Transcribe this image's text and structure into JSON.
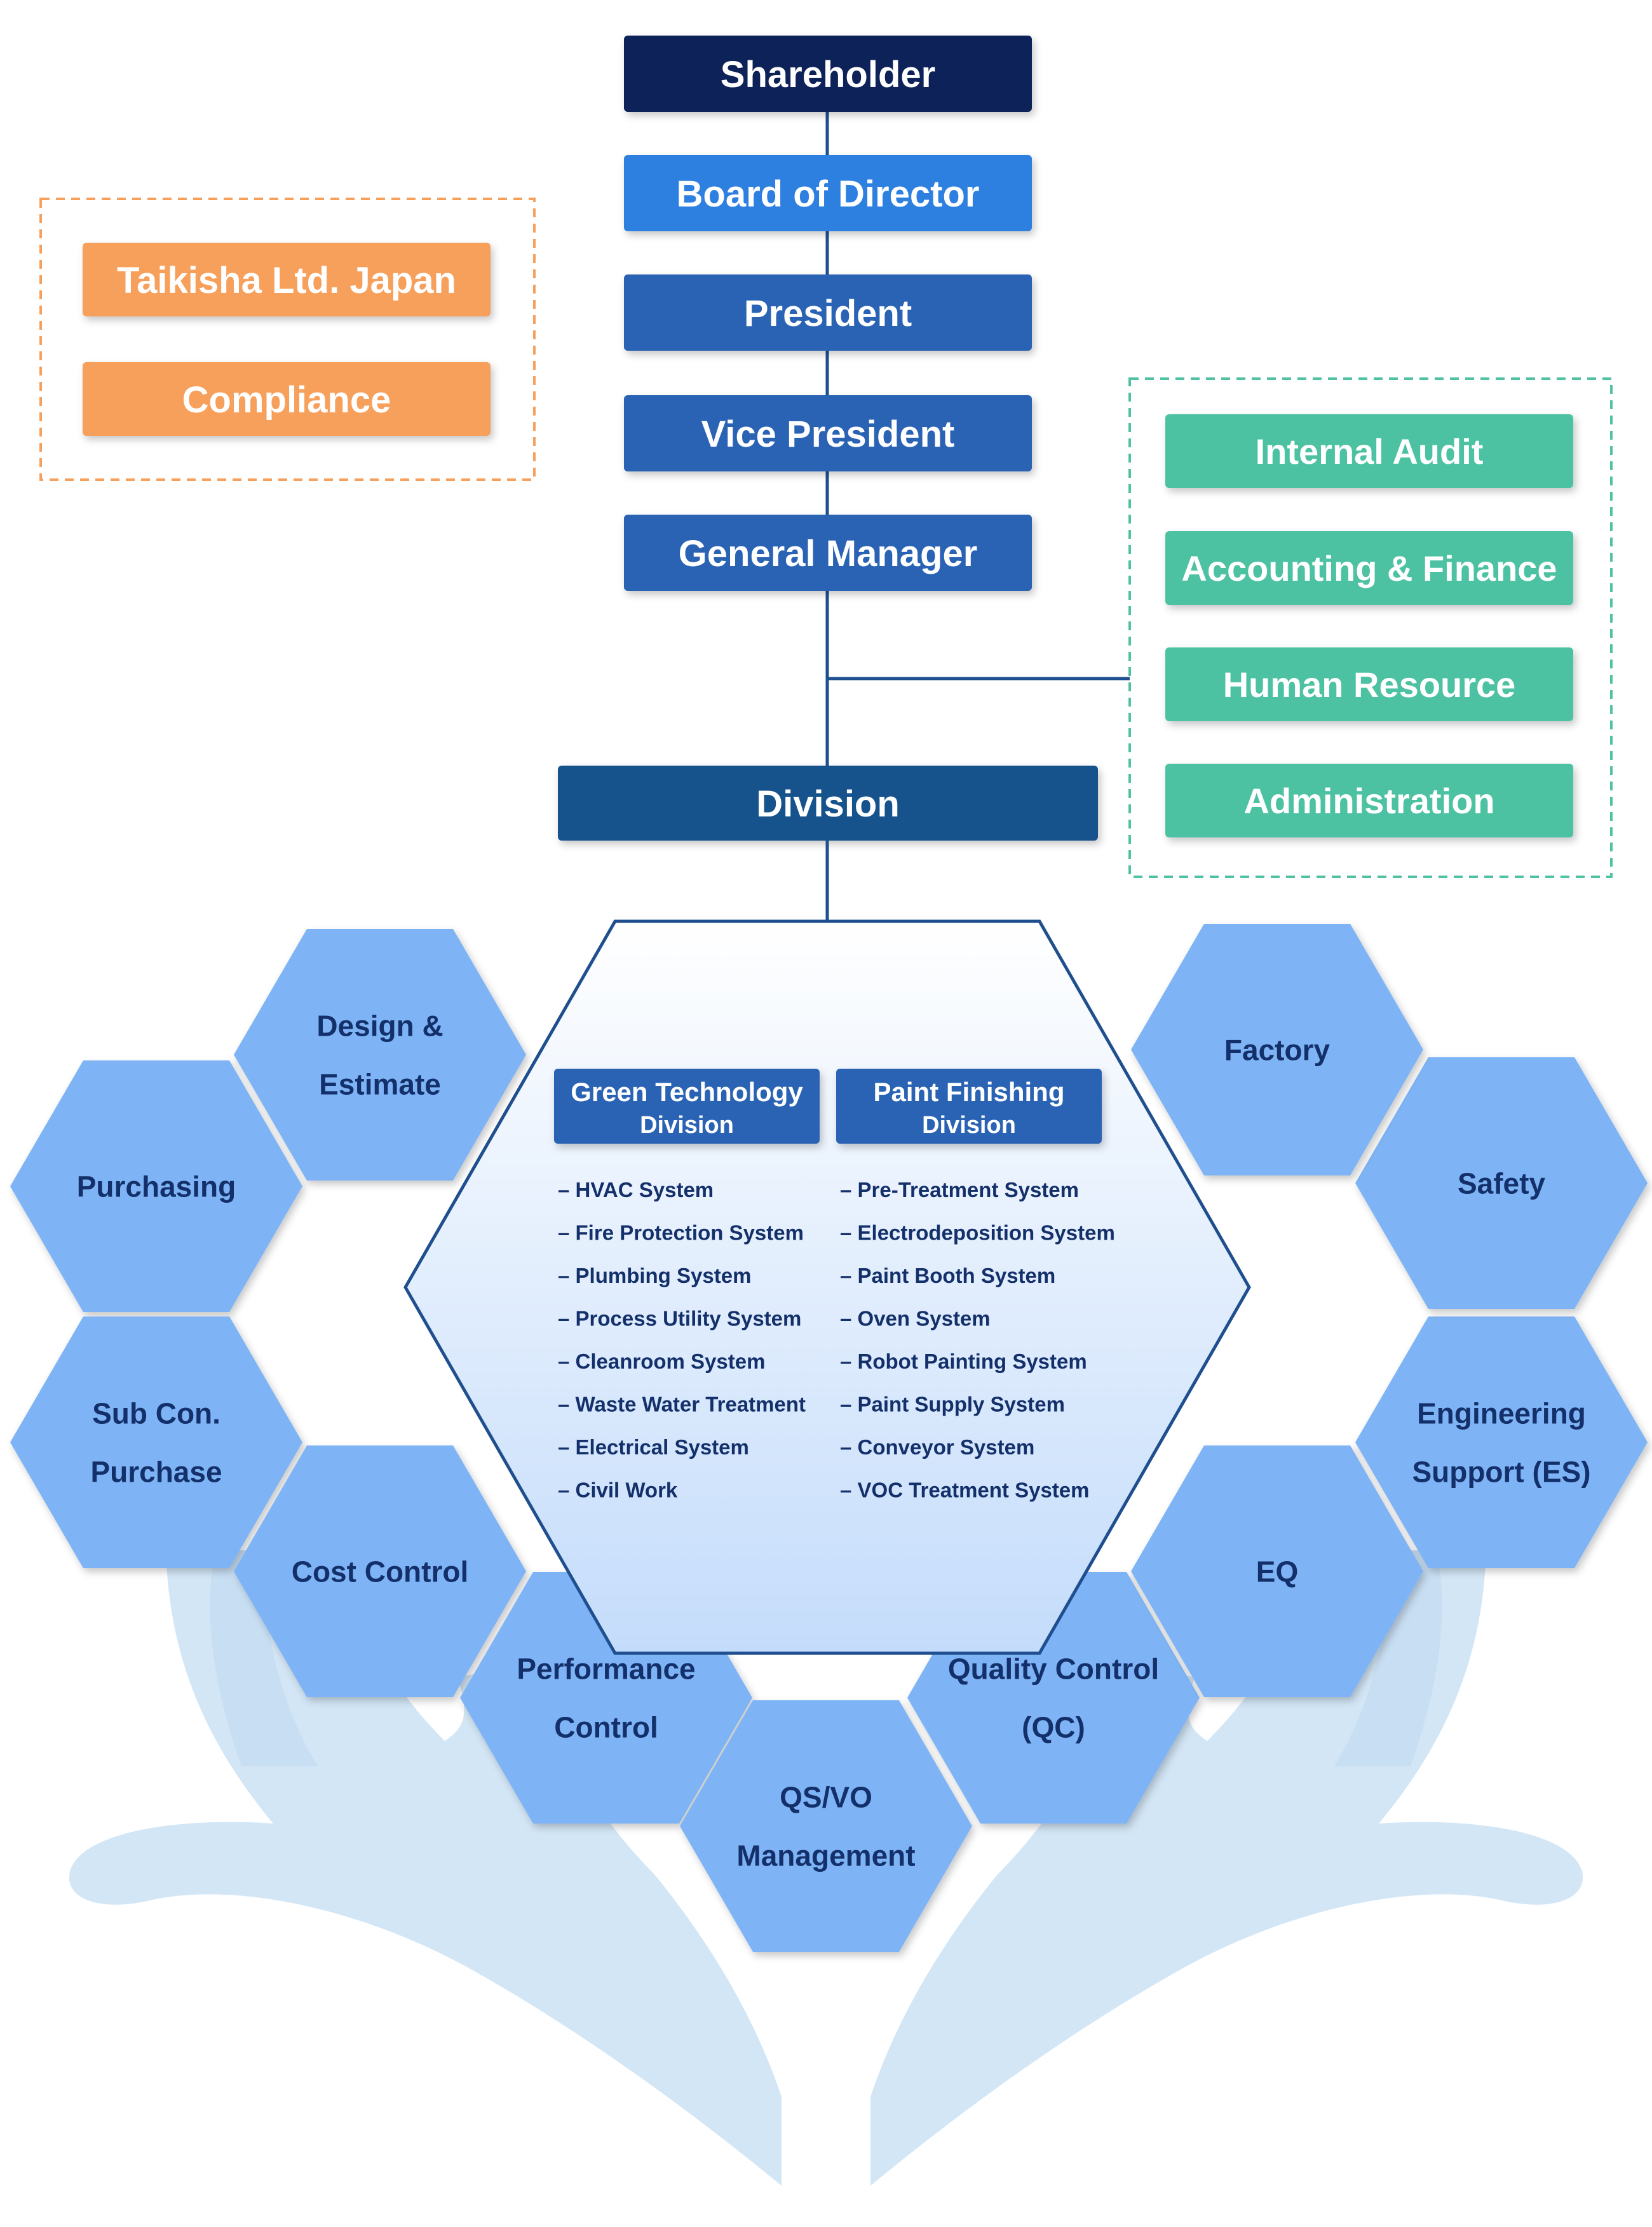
{
  "chain": [
    {
      "id": "shareholder",
      "label": "Shareholder",
      "color": "#0e2458"
    },
    {
      "id": "board",
      "label": "Board of Director",
      "color": "#2f80e0"
    },
    {
      "id": "president",
      "label": "President",
      "color": "#2a64b4"
    },
    {
      "id": "vice-president",
      "label": "Vice President",
      "color": "#2a64b4"
    },
    {
      "id": "general-manager",
      "label": "General Manager",
      "color": "#2a64b4"
    }
  ],
  "division": {
    "label": "Division",
    "color": "#17528c"
  },
  "left_group": {
    "color": "#f7a05c",
    "items": [
      {
        "id": "taikisha",
        "label": "Taikisha Ltd. Japan"
      },
      {
        "id": "compliance",
        "label": "Compliance"
      }
    ]
  },
  "right_group": {
    "color": "#4ec2a3",
    "items": [
      {
        "id": "internal-audit",
        "label": "Internal Audit"
      },
      {
        "id": "accounting-finance",
        "label": "Accounting & Finance"
      },
      {
        "id": "human-resource",
        "label": "Human Resource"
      },
      {
        "id": "administration",
        "label": "Administration"
      }
    ]
  },
  "center": {
    "green": {
      "title_lines": [
        "Green Technology",
        "Division"
      ],
      "items": [
        "HVAC System",
        "Fire Protection System",
        "Plumbing System",
        "Process Utility System",
        "Cleanroom System",
        "Waste Water Treatment",
        "Electrical System",
        "Civil Work"
      ]
    },
    "paint": {
      "title_lines": [
        "Paint Finishing",
        "Division"
      ],
      "items": [
        "Pre-Treatment System",
        "Electrodeposition System",
        "Paint Booth System",
        "Oven System",
        "Robot Painting System",
        "Paint Supply System",
        "Conveyor System",
        "VOC Treatment System"
      ]
    }
  },
  "hexagons": [
    {
      "id": "design-estimate",
      "lines": [
        "Design &",
        "Estimate"
      ]
    },
    {
      "id": "purchasing",
      "lines": [
        "Purchasing"
      ]
    },
    {
      "id": "sub-con-purchase",
      "lines": [
        "Sub Con.",
        "Purchase"
      ]
    },
    {
      "id": "cost-control",
      "lines": [
        "Cost Control"
      ]
    },
    {
      "id": "performance-control",
      "lines": [
        "Performance",
        "Control"
      ]
    },
    {
      "id": "qs-vo-management",
      "lines": [
        "QS/VO",
        "Management"
      ]
    },
    {
      "id": "quality-control",
      "lines": [
        "Quality Control",
        "(QC)"
      ]
    },
    {
      "id": "eq",
      "lines": [
        "EQ"
      ]
    },
    {
      "id": "engineering-support",
      "lines": [
        "Engineering",
        "Support (ES)"
      ]
    },
    {
      "id": "safety",
      "lines": [
        "Safety"
      ]
    },
    {
      "id": "factory",
      "lines": [
        "Factory"
      ]
    }
  ],
  "colors": {
    "hex_fill": "#7eb4f5",
    "hex_text": "#14306a",
    "title_box": "#2a64b4",
    "connector": "#1f4f8e",
    "hands": "#d3e6f6"
  }
}
